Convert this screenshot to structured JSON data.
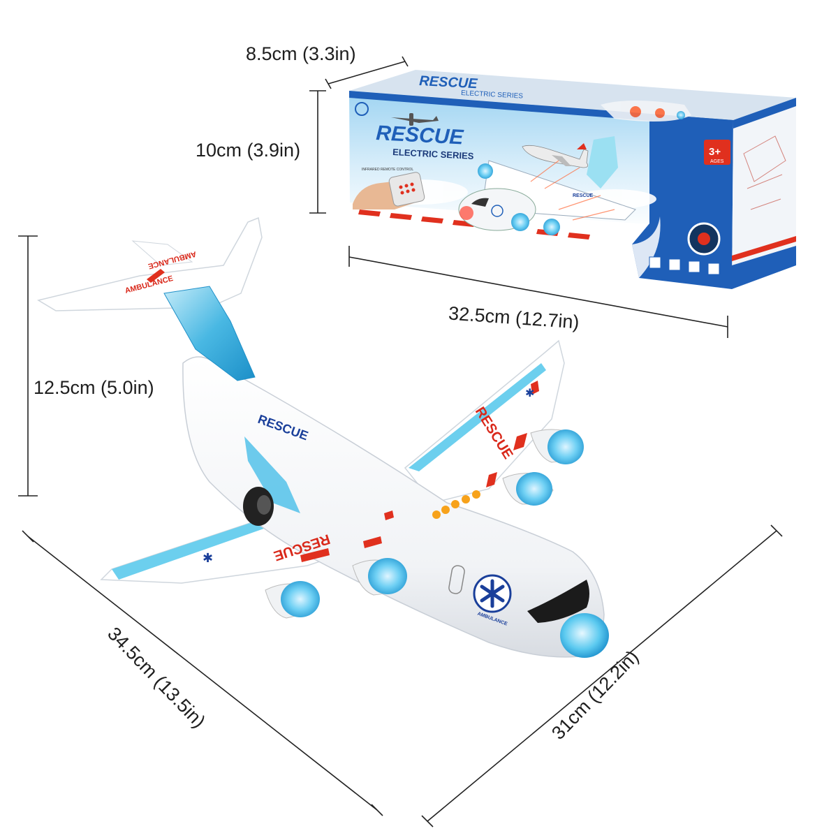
{
  "dimensions": {
    "box_depth": "8.5cm (3.3in)",
    "box_height": "10cm (3.9in)",
    "box_length": "32.5cm (12.7in)",
    "plane_height": "12.5cm (5.0in)",
    "plane_length": "34.5cm (13.5in)",
    "plane_wingspan": "31cm (12.2in)"
  },
  "box": {
    "brand_top": "RESCUE",
    "series_top": "ELECTRIC SERIES",
    "brand": "RESCUE",
    "series": "ELECTRIC SERIES",
    "age": "3+",
    "age_label": "AGES",
    "plane_label": "RESCUE",
    "remote_caption": "INFRARED REMOTE CONTROL"
  },
  "plane": {
    "fuselage_label": "RESCUE",
    "wing_label_right": "RESCUE",
    "wing_label_left": "RESCUE",
    "tail_label_top": "AMBULANCE",
    "tail_label_bottom": "AMBULANCE",
    "emblem_label": "AMBULANCE"
  },
  "colors": {
    "box_blue": "#1f5fb8",
    "accent_red": "#e0301e",
    "light_blue": "#5cc4ea",
    "navy_text": "#1a3f9a"
  }
}
